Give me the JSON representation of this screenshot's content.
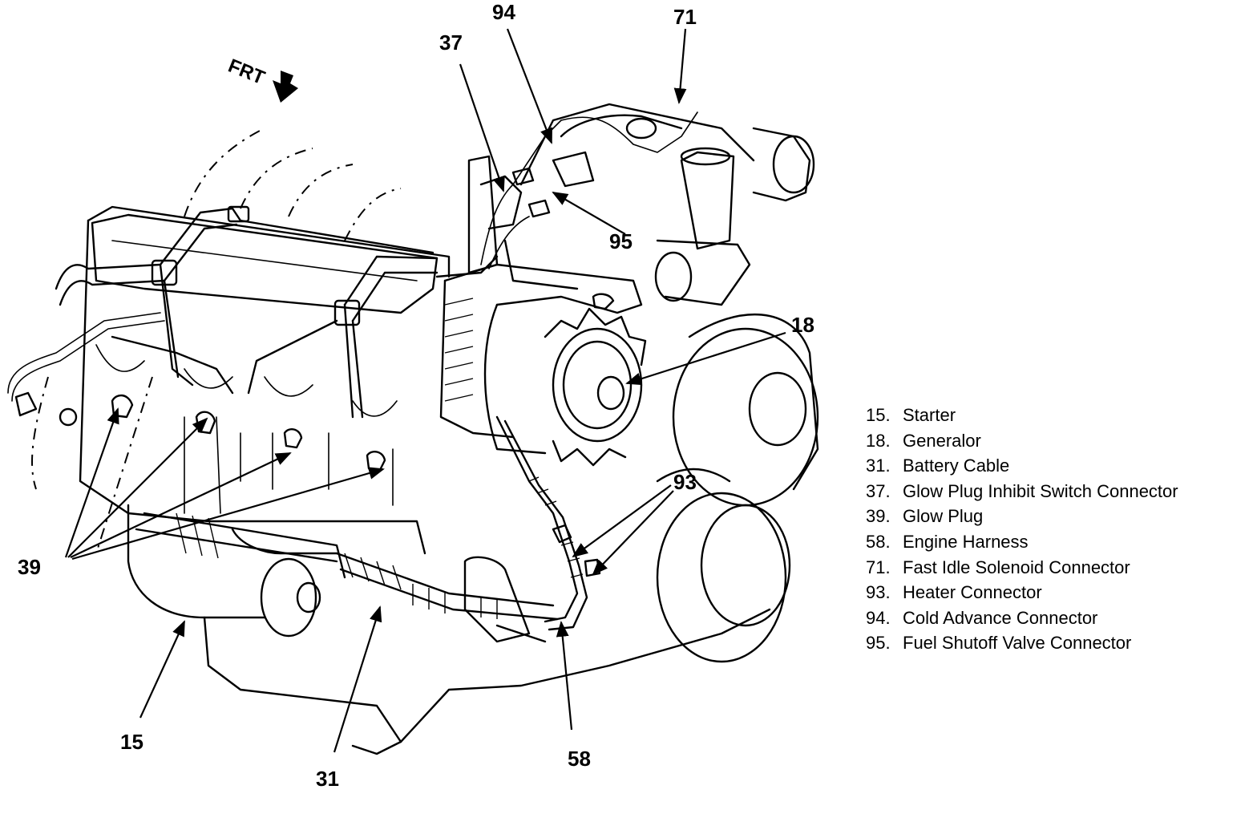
{
  "orientation_label": "FRT",
  "callouts": {
    "c15": "15",
    "c18": "18",
    "c31": "31",
    "c37": "37",
    "c39": "39",
    "c58": "58",
    "c71": "71",
    "c93": "93",
    "c94": "94",
    "c95": "95"
  },
  "legend": [
    {
      "num": "15.",
      "label": "Starter"
    },
    {
      "num": "18.",
      "label": "Generalor"
    },
    {
      "num": "31.",
      "label": "Battery Cable"
    },
    {
      "num": "37.",
      "label": "Glow Plug Inhibit Switch Connector"
    },
    {
      "num": "39.",
      "label": "Glow Plug"
    },
    {
      "num": "58.",
      "label": "Engine Harness"
    },
    {
      "num": "71.",
      "label": "Fast Idle Solenoid Connector"
    },
    {
      "num": "93.",
      "label": "Heater Connector"
    },
    {
      "num": "94.",
      "label": "Cold Advance Connector"
    },
    {
      "num": "95.",
      "label": "Fuel Shutoff Valve Connector"
    }
  ],
  "colors": {
    "ink": "#000000",
    "paper": "#ffffff"
  }
}
